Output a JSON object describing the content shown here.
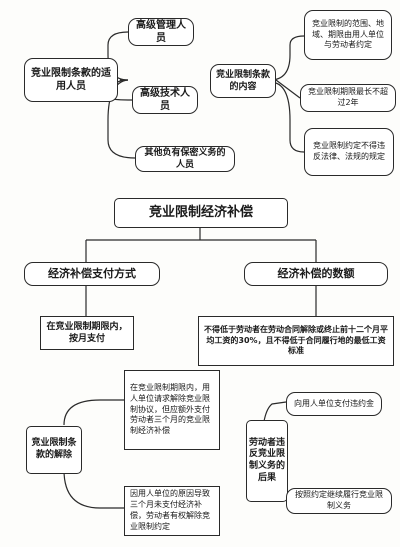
{
  "top_left": {
    "root": "竞业限制条款的适用人员",
    "items": [
      "高级管理人员",
      "高级技术人员",
      "其他负有保密义务的人员"
    ]
  },
  "top_right": {
    "root": "竞业限制条款的内容",
    "items": [
      "竞业限制的范围、地域、期限由用人单位与劳动者约定",
      "竞业限制期限最长不超过2年",
      "竞业限制约定不得违反法律、法规的规定"
    ]
  },
  "compensation": {
    "title": "竞业限制经济补偿",
    "payment_method": "经济补偿支付方式",
    "amount": "经济补偿的数额",
    "payment_detail": "在竞业限制期限内，按月支付",
    "amount_detail": "不得低于劳动者在劳动合同解除或终止前十二个月平均工资的30%，且不得低于合同履行地的最低工资标准"
  },
  "bottom_left": {
    "root": "竞业限制条款的解除",
    "items": [
      "在竞业限制期限内，用人单位请求解除竞业限制协议，但应额外支付劳动者三个月的竞业限制经济补偿",
      "因用人单位的原因导致三个月未支付经济补偿，劳动者有权解除竞业限制约定"
    ]
  },
  "bottom_right": {
    "root": "劳动者违反竞业限制义务的后果",
    "items": [
      "向用人单位支付违约金",
      "按照约定继续履行竞业限制义务"
    ]
  }
}
